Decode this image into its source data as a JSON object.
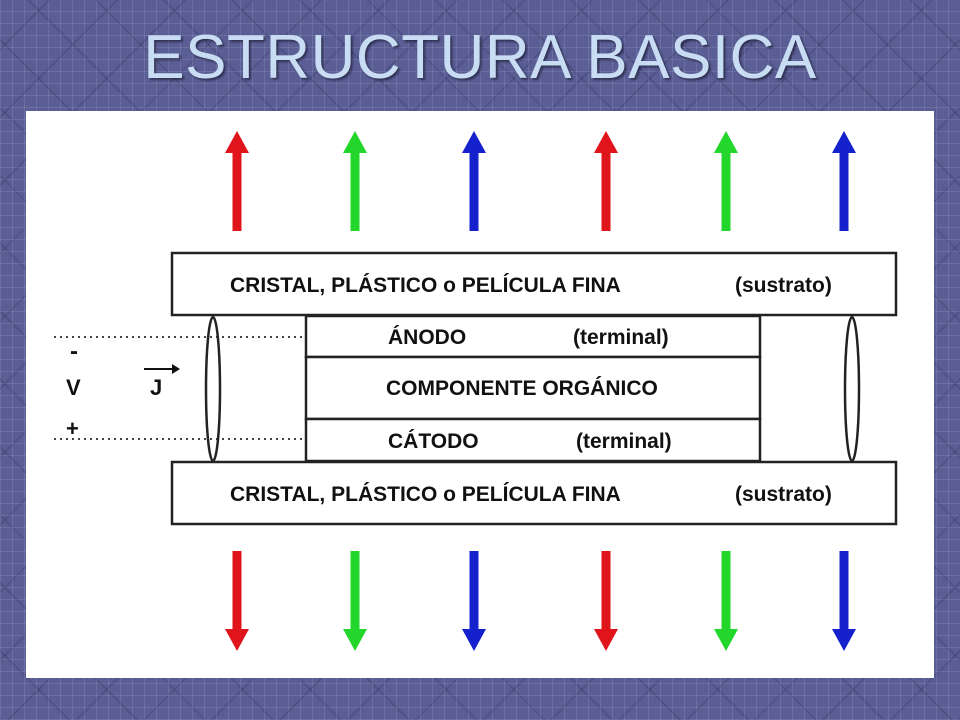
{
  "slide": {
    "title": "ESTRUCTURA BASICA"
  },
  "diagram": {
    "substrate_top": {
      "label": "CRISTAL, PLÁSTICO o PELÍCULA FINA",
      "tag": "(sustrato)"
    },
    "anode": {
      "label": "ÁNODO",
      "tag": "(terminal)"
    },
    "organic": {
      "label": "COMPONENTE ORGÁNICO"
    },
    "cathode": {
      "label": "CÁTODO",
      "tag": "(terminal)"
    },
    "substrate_bottom": {
      "label": "CRISTAL, PLÁSTICO o PELÍCULA FINA",
      "tag": "(sustrato)"
    },
    "circuit": {
      "minus": "-",
      "voltage": "V",
      "current": "J",
      "plus": "+"
    },
    "emission_colors": [
      "#e0141b",
      "#22d62c",
      "#1421cc",
      "#e0141b",
      "#22d62c",
      "#1421cc"
    ],
    "emission_icons": [
      "light-arrow-up-icon",
      "light-arrow-down-icon"
    ]
  }
}
